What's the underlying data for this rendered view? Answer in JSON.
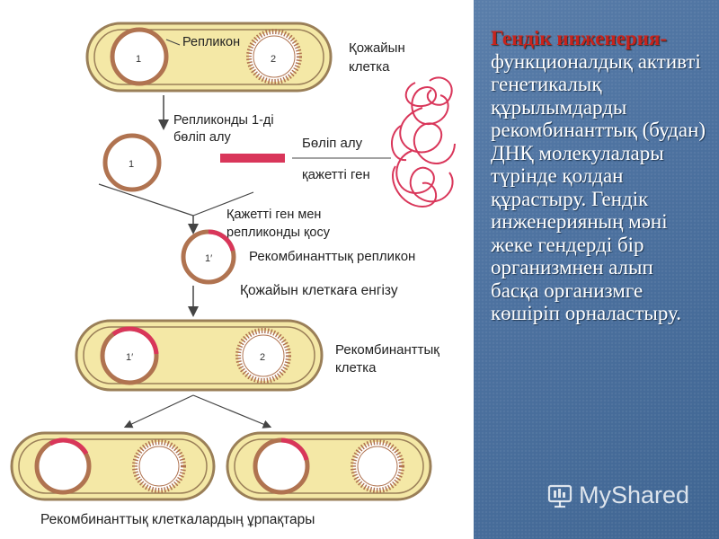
{
  "diagram": {
    "replicon": "Репликон",
    "host_cell": "Қожайын\nклетка",
    "host_cell_line1": "Қожайын",
    "host_cell_line2": "клетка",
    "isolate_replicon_line1": "Репликонды 1-ді",
    "isolate_replicon_line2": "бөліп алу",
    "isolate": "Бөліп алу",
    "needed_gene": "қажетті ген",
    "join_line1": "Қажетті ген мен",
    "join_line2": "репликонды қосу",
    "recombinant_replicon": "Рекомбинанттық репликон",
    "insert_into_host": "Қожайын клеткаға енгізу",
    "recombinant_cell_line1": "Рекомбинанттық",
    "recombinant_cell_line2": "клетка",
    "offspring": "Рекомбинанттық клеткалардың ұрпақтары",
    "plasmid_1": "1",
    "plasmid_2": "2",
    "plasmid_1_prime": "1′"
  },
  "side": {
    "title": "Гендік инженерия-",
    "body": "функционалдық активті генетикалық құрылымдарды рекомбинанттық (будан) ДНҚ молекулалары түрінде қолдан құрастыру. Гендік инженерияның мәні жеке гендерді бір организмнен алып басқа организмге көшіріп орналастыру."
  },
  "watermark": {
    "text": "MyShared"
  },
  "colors": {
    "cell_fill": "#f4e8a6",
    "cell_stroke": "#9a7f58",
    "ring_stroke": "#b07350",
    "gene_red": "#d9365a",
    "slide_blue": "#4d72a0",
    "title_red": "#c8231c"
  }
}
